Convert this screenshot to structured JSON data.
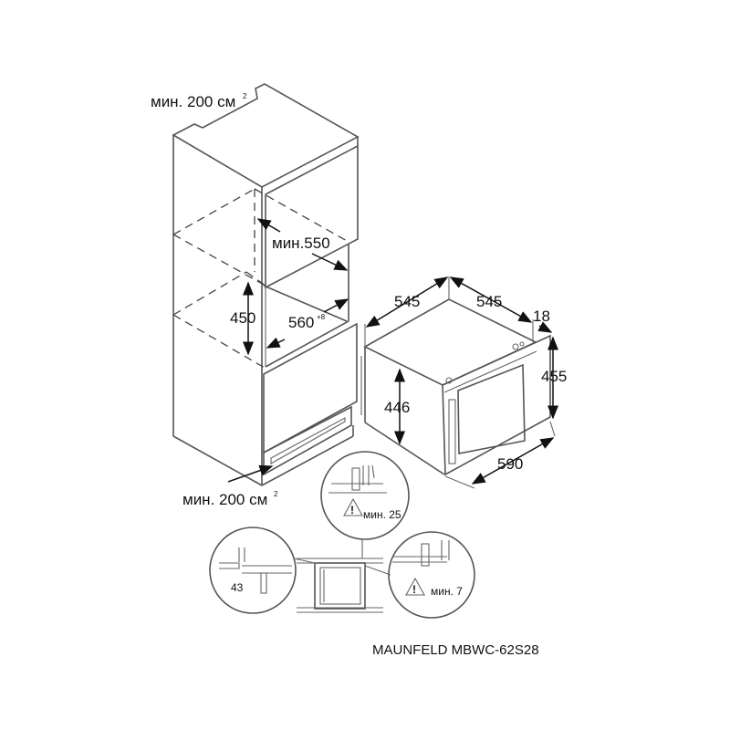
{
  "vent_top": {
    "label": "мин. 200 см",
    "sup": "2"
  },
  "vent_bottom": {
    "label": "мин. 200 см",
    "sup": "2"
  },
  "niche": {
    "depth": "мин.550",
    "height": "450",
    "width": "560",
    "width_tol": "+8"
  },
  "appliance": {
    "depth_left": "545",
    "depth_right": "545",
    "door": "18",
    "height_front": "455",
    "height_side": "446",
    "width": "590"
  },
  "details": {
    "top": "мин. 25",
    "left": "43",
    "right": "мин. 7"
  },
  "caption": "MAUNFELD MBWC-62S28"
}
